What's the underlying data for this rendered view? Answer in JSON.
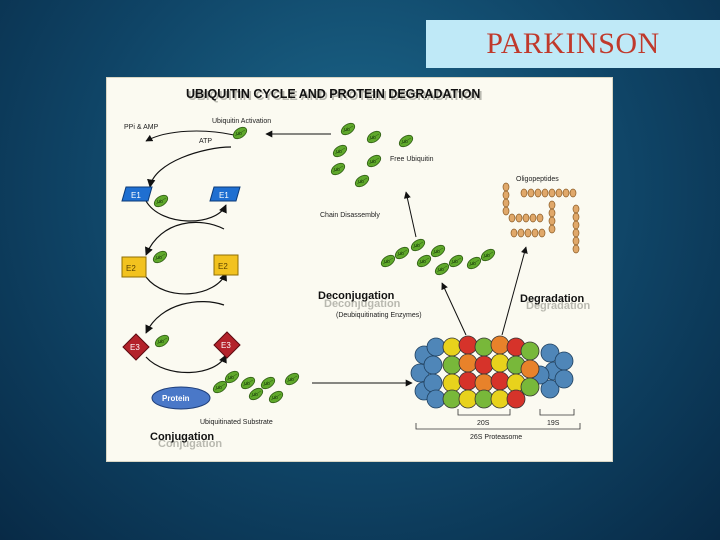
{
  "slide": {
    "title": "PARKINSON"
  },
  "diagram": {
    "heading": "UBIQUITIN CYCLE AND PROTEIN DEGRADATION",
    "ppi_amp": "PPi & AMP",
    "atp": "ATP",
    "ubiquitin_activation": "Ubiquitin Activation",
    "free_ubiquitin": "Free Ubiquitin",
    "chain_disassembly": "Chain Disassembly",
    "oligopeptides": "Oligopeptides",
    "e1": "E1",
    "e2": "E2",
    "e3": "E3",
    "ub": "Ub",
    "protein": "Protein",
    "ubiquitinated_substrate": "Ubiquitinated Substrate",
    "conjugation": "Conjugation",
    "deconjugation": "Deconjugation",
    "deubiquitinating_enzymes": "(Deubiquitinating Enzymes)",
    "degradation": "Degradation",
    "label_20s": "20S",
    "label_19s": "19S",
    "proteasome_26s": "26S Proteasome",
    "colors": {
      "ub_leaf": "#5fa82b",
      "e1": "#1f6fd1",
      "e2": "#f2c21f",
      "e3": "#b3222a",
      "protein": "#4a78c8",
      "peptide": "#e0a86a"
    }
  }
}
